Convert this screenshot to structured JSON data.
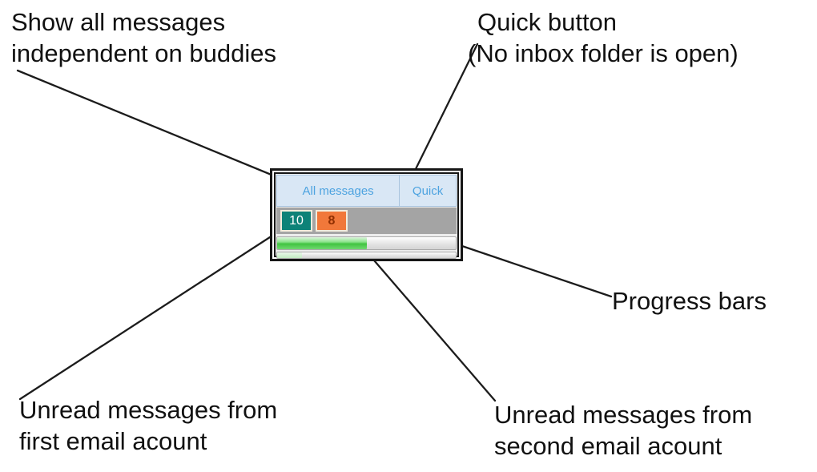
{
  "annotations": {
    "show_all": {
      "line1": "Show all messages",
      "line2": "independent on buddies"
    },
    "quick": {
      "line1": "Quick button",
      "line2": "(No inbox folder is open)"
    },
    "progress": {
      "label": "Progress bars"
    },
    "first_account": {
      "line1": "Unread messages from",
      "line2": "first email acount"
    },
    "second_account": {
      "line1": "Unread messages from",
      "line2": "second email acount"
    }
  },
  "widget": {
    "buttons": [
      {
        "label": "All messages",
        "text_color": "#4da3e0",
        "bg": "#d9e7f5"
      },
      {
        "label": "Quick",
        "text_color": "#4da3e0",
        "bg": "#d9e7f5"
      }
    ],
    "badges": [
      {
        "value": "10",
        "bg": "#0d8278",
        "text_color": "#ffffff"
      },
      {
        "value": "8",
        "bg": "#f1783a",
        "text_color": "#8f2e00"
      }
    ],
    "progress_bars": [
      {
        "percent": 50
      },
      {
        "percent": 14
      }
    ],
    "strip_bg": "#a4a4a4"
  },
  "colors": {
    "background": "#ffffff",
    "annotation_text": "#111111",
    "callout_line": "#1c1c1c",
    "widget_frame": "#161616"
  }
}
